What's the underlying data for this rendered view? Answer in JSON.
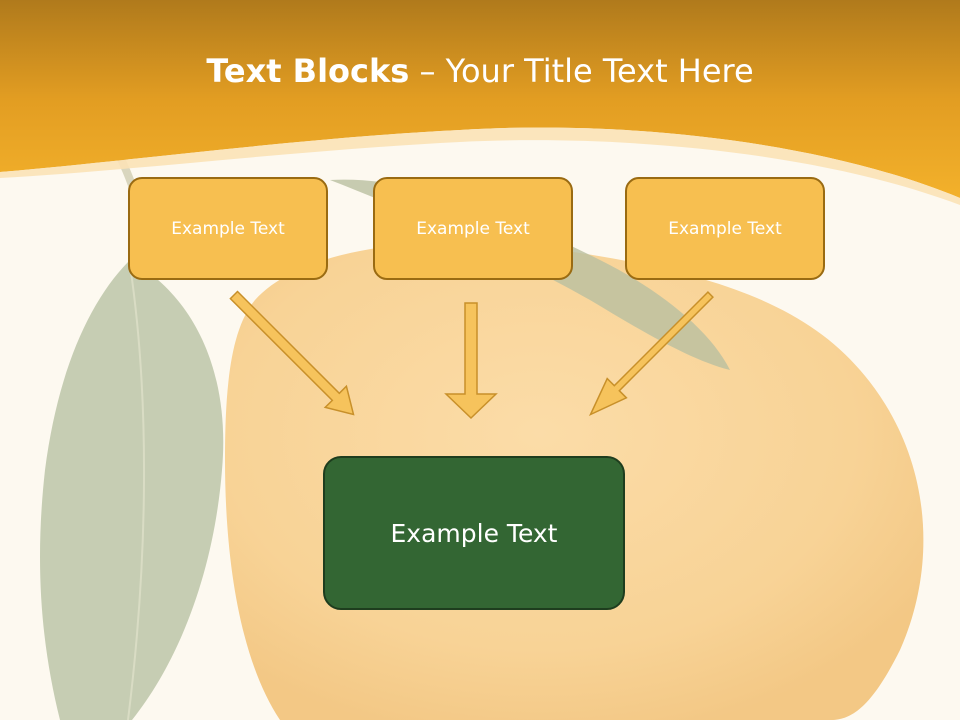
{
  "title": {
    "bold": "Text Blocks",
    "dash": " – ",
    "rest": "Your Title Text Here"
  },
  "blocks": {
    "top": [
      "Example Text",
      "Example Text",
      "Example Text"
    ],
    "bottom": "Example Text"
  },
  "colors": {
    "header": "#f0a823",
    "block_fill": "#f7bf50",
    "block_border": "#9a6b12",
    "target_fill": "#336633",
    "arrow_fill": "#f6c35c",
    "arrow_stroke": "#c8902a"
  }
}
